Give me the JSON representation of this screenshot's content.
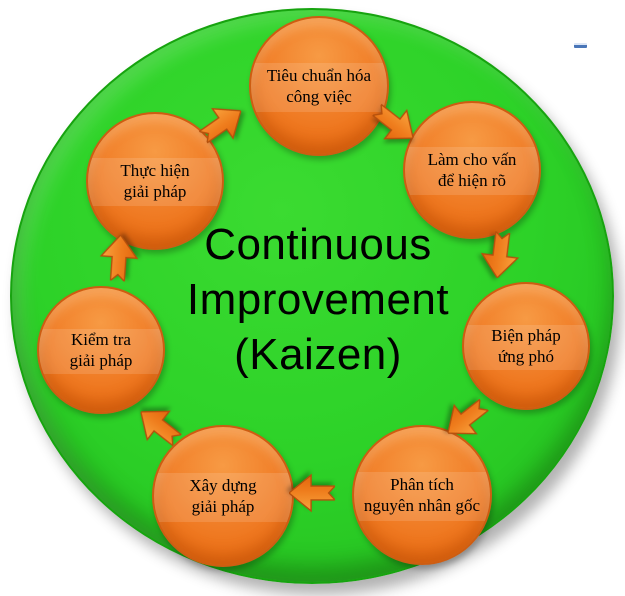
{
  "title": {
    "text": "Continuous Improvement (Kaizen)",
    "lines": [
      "Continuous",
      "Improvement",
      "(Kaizen)"
    ]
  },
  "steps": [
    {
      "name": "standardize-work",
      "label": "Tiêu chuẩn hóa công việc",
      "lines": [
        "Tiêu chuẩn hóa",
        "công việc"
      ]
    },
    {
      "name": "make-problem-visible",
      "label": "Làm cho vấn để hiện rõ",
      "lines": [
        "Làm cho vấn",
        "để hiện rõ"
      ]
    },
    {
      "name": "countermeasure",
      "label": "Biện pháp ứng phó",
      "lines": [
        "Biện pháp",
        "ứng phó"
      ]
    },
    {
      "name": "root-cause-analysis",
      "label": "Phân tích nguyên nhân gốc",
      "lines": [
        "Phân tích",
        "nguyên nhân gốc"
      ]
    },
    {
      "name": "build-solution",
      "label": "Xây dựng giải pháp",
      "lines": [
        "Xây dựng",
        "giải pháp"
      ]
    },
    {
      "name": "check-solution",
      "label": "Kiểm tra giải pháp",
      "lines": [
        "Kiểm tra",
        "giải pháp"
      ]
    },
    {
      "name": "implement-solution",
      "label": "Thực hiện giải pháp",
      "lines": [
        "Thực hiện",
        "giải pháp"
      ]
    }
  ],
  "icons": {
    "arrow": "block-arrow-clockwise-step"
  },
  "colors": {
    "background": "#ffffff",
    "cycle_green": "#2dd228",
    "cycle_green_edge": "#17a30f",
    "node_orange": "#ec7016",
    "node_orange_border": "#cd5d12",
    "arrow_orange_light": "#f9a43e",
    "arrow_orange_dark": "#e2660d",
    "text": "#000000"
  }
}
